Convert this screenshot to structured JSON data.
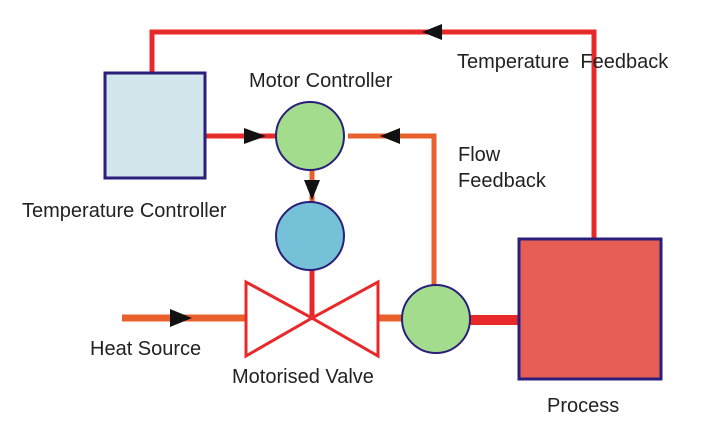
{
  "labels": {
    "temperature_feedback": "Temperature  Feedback",
    "motor_controller": "Motor Controller",
    "flow": "Flow",
    "feedback": "Feedback",
    "temperature_controller": "Temperature Controller",
    "heat_source": "Heat Source",
    "motorised_valve": "Motorised Valve",
    "process": "Process"
  },
  "colors": {
    "red_line": "#e8292a",
    "orange_line": "#e8602c",
    "arrow": "#111111",
    "box_border": "#2a1f7a",
    "temp_controller_fill": "#d3e6ec",
    "process_fill": "#e65d53",
    "green_circle": "#a2dc8c",
    "blue_circle": "#75c1d8",
    "valve_fill": "#ffffff"
  },
  "icons": {
    "arrow": "triangle-arrowhead"
  }
}
